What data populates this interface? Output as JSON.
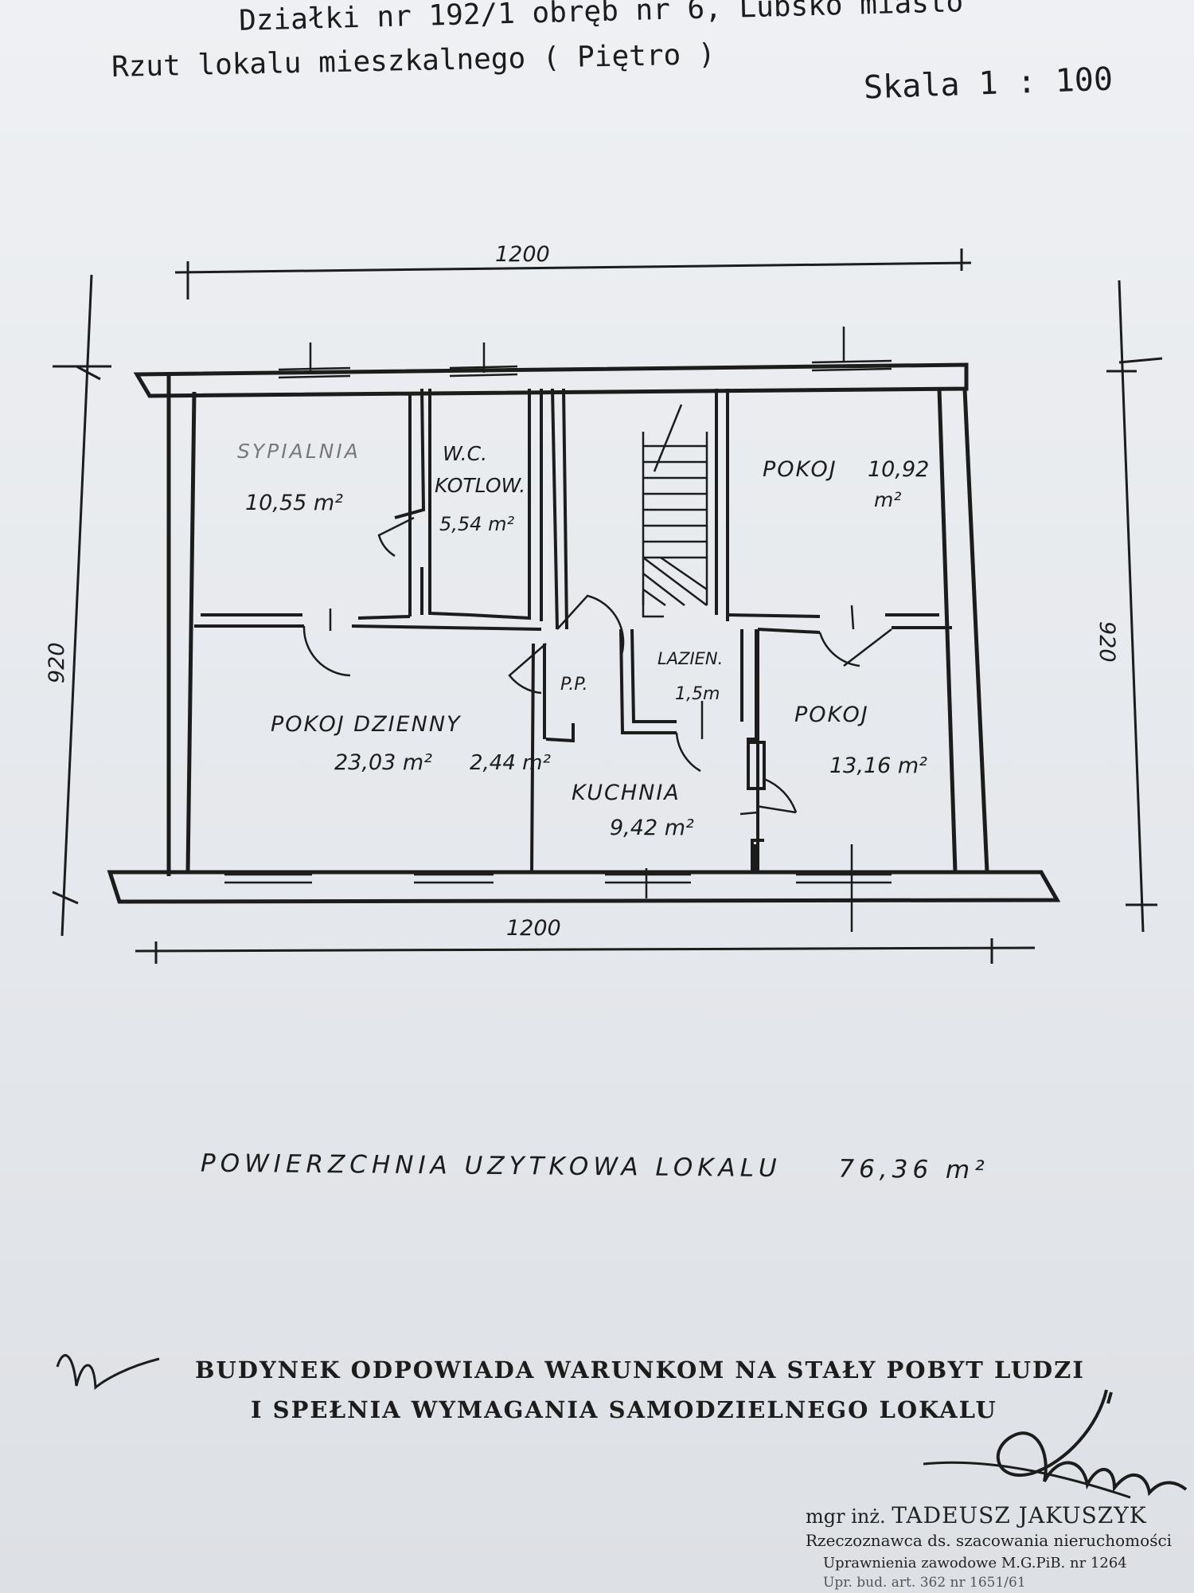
{
  "header": {
    "line1": "Działki nr 192/1  obręb nr 6,  Lubsko miasto",
    "line2": "Rzut lokalu mieszkalnego ( Piętro )",
    "scale": "Skala 1 : 100"
  },
  "dimensions": {
    "top_width": "1200",
    "bottom_width": "1200",
    "left_height": "920",
    "right_height": "920"
  },
  "rooms": {
    "sypialnia": {
      "name": "SYPIALNIA",
      "area": "10,55 m²"
    },
    "wc": {
      "name": "W.C.",
      "name2": "KOTLOW.",
      "area": "5,54 m²"
    },
    "pokoj_top": {
      "name": "POKOJ",
      "area": "10,92",
      "unit": "m²"
    },
    "lazienka": {
      "name": "LAZIEN.",
      "area": "1,5m"
    },
    "pp": {
      "name": "P.P."
    },
    "pokoj_dzienny": {
      "name": "POKOJ DZIENNY",
      "area": "23,03 m²"
    },
    "hall": {
      "area": "2,44 m²"
    },
    "kuchnia": {
      "name": "KUCHNIA",
      "area": "9,42 m²"
    },
    "pokoj_right": {
      "name": "POKOJ",
      "area": "13,16 m²"
    }
  },
  "total": {
    "label": "POWIERZCHNIA  UZYTKOWA LOKALU",
    "value": "76,36 m²"
  },
  "footer": {
    "line1": "BUDYNEK  ODPOWIADA WARUNKOM NA STAŁY POBYT LUDZI",
    "line2": "I SPEŁNIA WYMAGANIA SAMODZIELNEGO LOKALU"
  },
  "stamp": {
    "title_prefix": "mgr inż.",
    "name": "TADEUSZ JAKUSZYK",
    "role": "Rzeczoznawca ds. szacowania nieruchomości",
    "permission": "Uprawnienia zawodowe M.G.PiB. nr 1264",
    "permission2": "Upr. bud. art. 362 nr 1651/61"
  }
}
